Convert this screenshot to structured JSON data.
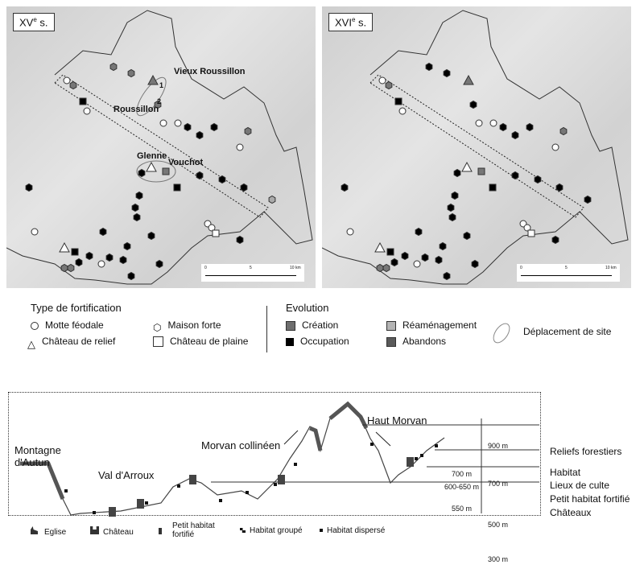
{
  "panels": [
    {
      "title": "XV",
      "title_sup": "e",
      "title_suffix": " s.",
      "labels": {
        "vieux": "Vieux Roussillon",
        "roussillon": "Roussillon",
        "glenne": "Glenne",
        "vouchot": "Vouchot",
        "n1": "1",
        "n2": "2"
      }
    },
    {
      "title": "XVI",
      "title_sup": "e",
      "title_suffix": " s."
    }
  ],
  "scale_bar": {
    "ticks": [
      "0",
      "5",
      "10 km"
    ]
  },
  "legend": {
    "type_title": "Type de fortification",
    "types": [
      "Motte féodale",
      "Maison forte",
      "Château de relief",
      "Château de plaine"
    ],
    "evolution_title": "Evolution",
    "evolution": [
      {
        "label": "Création",
        "color": "#6e6e6e"
      },
      {
        "label": "Réaménagement",
        "color": "#b4b4b4"
      },
      {
        "label": "Occupation",
        "color": "#000000"
      },
      {
        "label": "Abandons",
        "color": "#5a5a5a"
      }
    ],
    "displacement": "Déplacement de site"
  },
  "profile": {
    "regions": [
      "Montagne",
      "d'Autun",
      "Val d'Arroux",
      "Morvan collinéen",
      "Haut Morvan"
    ],
    "altitude_ticks": [
      "900 m",
      "700 m",
      "500 m",
      "300 m"
    ],
    "level_labels": [
      "700 m",
      "600-650 m",
      "550 m"
    ],
    "zones": [
      "Reliefs forestiers",
      "Habitat",
      "Lieux de culte",
      "Petit habitat fortifié",
      "Châteaux"
    ],
    "legend": [
      "Eglise",
      "Château",
      "Petit habitat",
      "fortifié",
      "Habitat groupé",
      "Habitat dispersé"
    ]
  }
}
